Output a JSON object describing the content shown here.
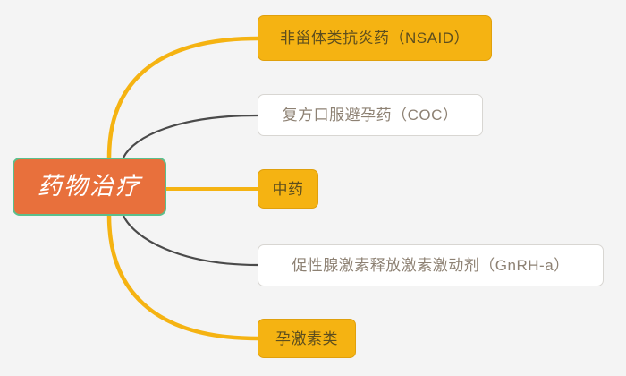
{
  "diagram": {
    "type": "mindmap",
    "title": "药物治疗",
    "background_color": "#f4f4f4",
    "root": {
      "label": "药物治疗",
      "fill_color": "#e8703c",
      "border_color": "#5cbf8c",
      "text_color": "#ffffff"
    },
    "branches": [
      {
        "id": "nsaid",
        "label": "非甾体类抗炎药（NSAID）",
        "style": "amber",
        "fill_color": "#f5b312",
        "text_color": "#5d4e1e",
        "connector_color": "#f5b312"
      },
      {
        "id": "coc",
        "label": "复方口服避孕药（COC）",
        "style": "plain",
        "fill_color": "#ffffff",
        "text_color": "#8d8173",
        "connector_color": "#4a4a4a"
      },
      {
        "id": "tcm",
        "label": "中药",
        "style": "amber",
        "fill_color": "#f5b312",
        "text_color": "#5d4e1e",
        "connector_color": "#f5b312"
      },
      {
        "id": "gnrha",
        "label": "促性腺激素释放激素激动剂（GnRH-a）",
        "style": "plain",
        "fill_color": "#ffffff",
        "text_color": "#8d8173",
        "connector_color": "#4a4a4a"
      },
      {
        "id": "progest",
        "label": "孕激素类",
        "style": "amber",
        "fill_color": "#f5b312",
        "text_color": "#5d4e1e",
        "connector_color": "#f5b312"
      }
    ]
  }
}
